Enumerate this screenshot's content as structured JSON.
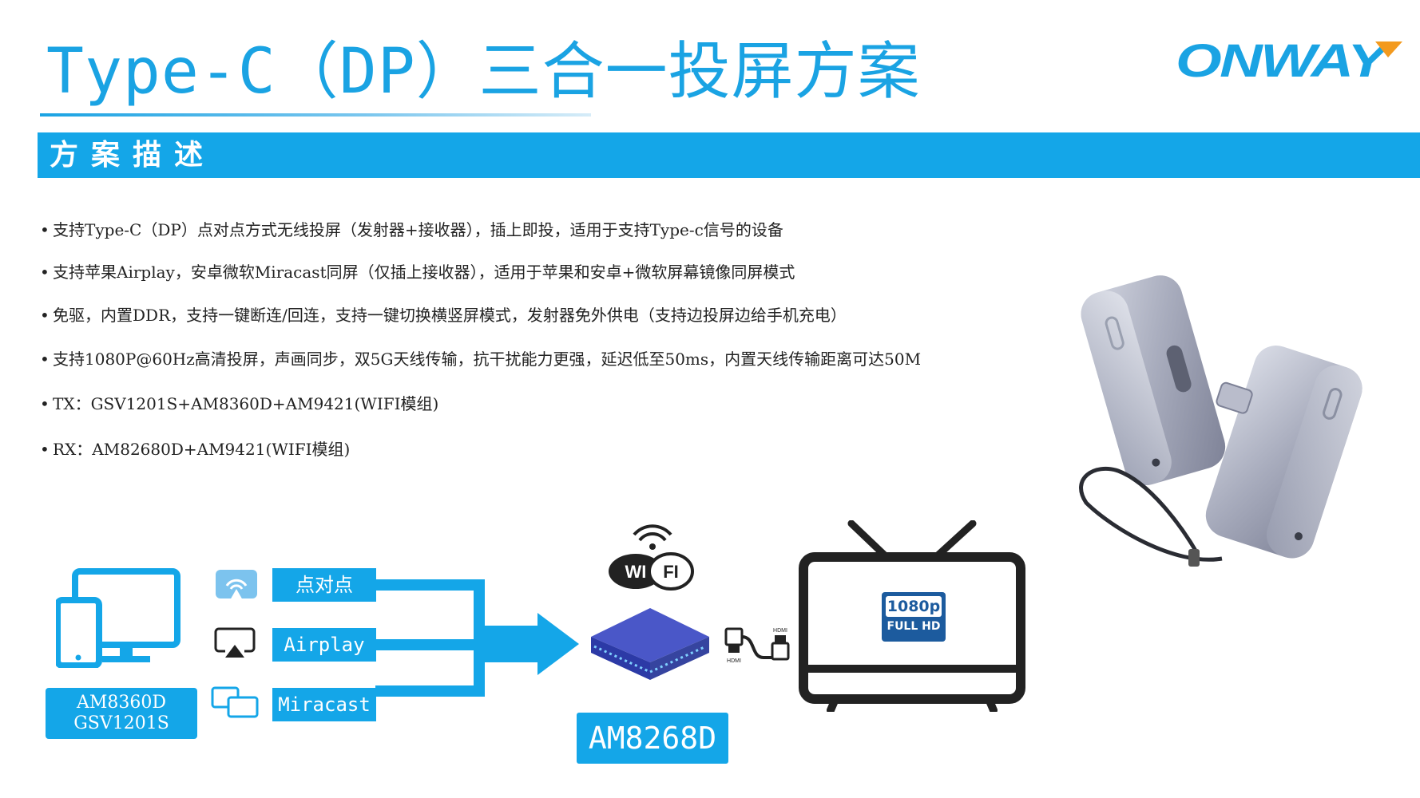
{
  "header": {
    "title": "Type-C（DP）三合一投屏方案",
    "logo_text": "ONWAY"
  },
  "section": {
    "title": "方案描述"
  },
  "bullets": [
    "支持Type-C（DP）点对点方式无线投屏（发射器+接收器），插上即投，适用于支持Type-c信号的设备",
    "支持苹果Airplay，安卓微软Miracast同屏（仅插上接收器），适用于苹果和安卓+微软屏幕镜像同屏模式",
    "免驱，内置DDR，支持一键断连/回连，支持一键切换横竖屏模式，发射器免外供电（支持边投屏边给手机充电）",
    "支持1080P@60Hz高清投屏，声画同步，双5G天线传输，抗干扰能力更强，延迟低至50ms，内置天线传输距离可达50M",
    "TX：GSV1201S+AM8360D+AM9421(WIFI模组)",
    "RX：AM82680D+AM9421(WIFI模组)"
  ],
  "diagram": {
    "source_line1": "AM8360D",
    "source_line2": "GSV1201S",
    "protocols": [
      "点对点",
      "Airplay",
      "Miracast"
    ],
    "wifi_left": "WI",
    "wifi_right": "FI",
    "receiver_chip": "AM8268D",
    "hdmi_left": "HDMI",
    "hdmi_right": "HDMI",
    "tv_resolution": "1080p",
    "tv_quality": "FULL HD"
  },
  "colors": {
    "accent": "#14a6e8",
    "title": "#1aa3e3",
    "badge": "#1c5b9e",
    "logo_orange": "#f39a1e"
  }
}
